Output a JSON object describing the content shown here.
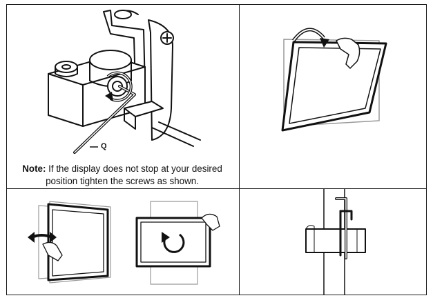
{
  "note": {
    "label": "Note:",
    "text_line1": "If the display does not stop at your desired",
    "text_line2": "position tighten the screws as shown."
  },
  "callouts": {
    "hex_key": "Q"
  },
  "icons": {
    "rotate_arrow": "rotate-arrow-icon",
    "circular_rotate": "circular-rotate-icon",
    "hand": "hand-icon"
  }
}
